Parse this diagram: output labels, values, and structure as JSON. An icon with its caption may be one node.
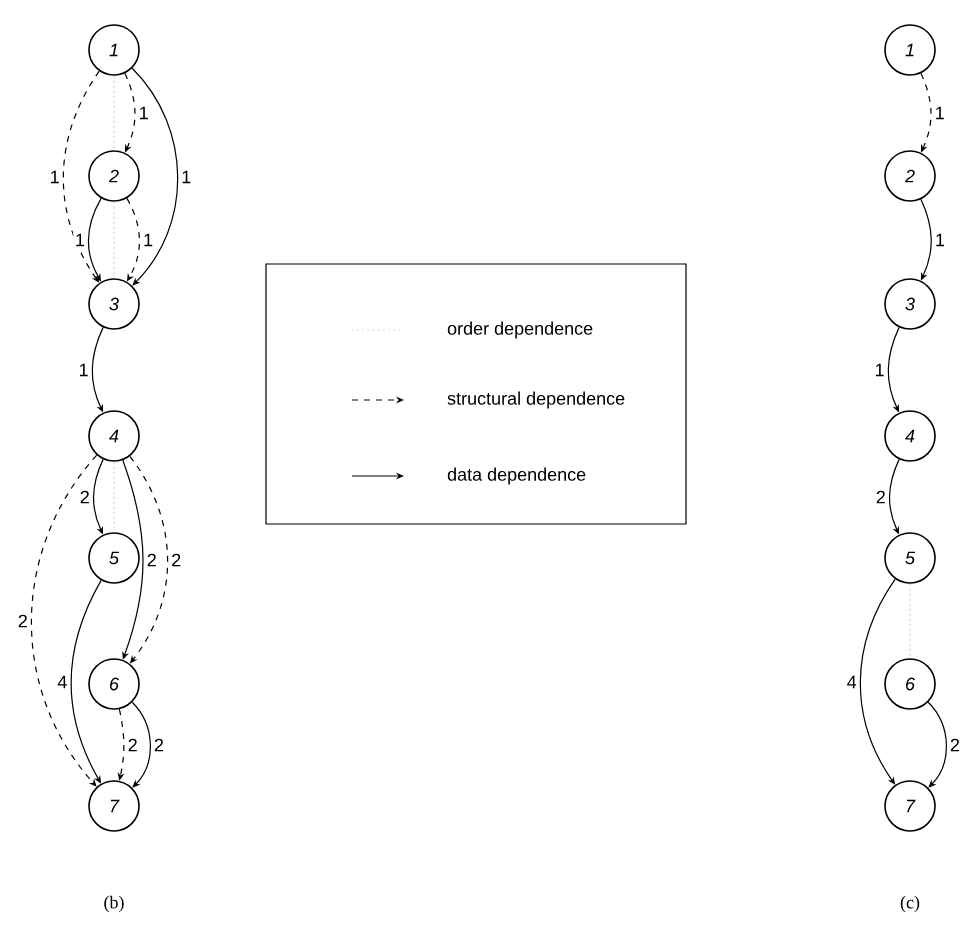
{
  "diagram": {
    "nodes": [
      {
        "text": [
          "1"
        ]
      },
      {
        "text": [
          "2"
        ]
      },
      {
        "text": [
          "3"
        ]
      },
      {
        "text": [
          "4"
        ]
      },
      {
        "text": [
          "5"
        ]
      },
      {
        "text": [
          "6"
        ]
      },
      {
        "text": [
          "7"
        ]
      },
      {
        "text": [
          "1"
        ]
      },
      {
        "text": [
          "2"
        ]
      },
      {
        "text": [
          "3"
        ]
      },
      {
        "text": [
          "4"
        ]
      },
      {
        "text": [
          "5"
        ]
      },
      {
        "text": [
          "6"
        ]
      },
      {
        "text": [
          "7"
        ]
      }
    ],
    "edges": [
      {
        "from": 0,
        "to": 1,
        "arrow": "to",
        "style": "dashed",
        "label": "1"
      },
      {
        "from": 0,
        "to": 2,
        "arrow": "to",
        "style": "dashed",
        "label": "1"
      },
      {
        "from": 0,
        "to": 2,
        "arrow": "to",
        "label": "1"
      },
      {
        "from": 1,
        "to": 2,
        "arrow": "to",
        "label": "1"
      },
      {
        "from": 1,
        "to": 2,
        "arrow": "to",
        "style": "dashed",
        "label": "1"
      },
      {
        "from": 2,
        "to": 3,
        "arrow": "to",
        "label": "1"
      },
      {
        "from": 3,
        "to": 4,
        "arrow": "to",
        "label": "2"
      },
      {
        "from": 3,
        "to": 5,
        "arrow": "to",
        "label": "2"
      },
      {
        "from": 3,
        "to": 5,
        "arrow": "to",
        "style": "dashed",
        "label": "2"
      },
      {
        "from": 3,
        "to": 6,
        "arrow": "to",
        "style": "dashed",
        "label": "2"
      },
      {
        "from": 4,
        "to": 6,
        "arrow": "to",
        "label": "4"
      },
      {
        "from": 5,
        "to": 6,
        "arrow": "to",
        "style": "dashed",
        "label": "2"
      },
      {
        "from": 5,
        "to": 6,
        "arrow": "to",
        "label": "2"
      },
      {
        "from": 0,
        "to": 1,
        "arrow": "none",
        "style": "dashed",
        "color": "#bbbbbb"
      },
      {
        "from": 1,
        "to": 2,
        "arrow": "none",
        "style": "dashed",
        "color": "#bbbbbb"
      },
      {
        "from": 3,
        "to": 4,
        "arrow": "none",
        "style": "dashed",
        "color": "#bbbbbb"
      },
      {
        "from": 7,
        "to": 8,
        "arrow": "to",
        "style": "dashed",
        "label": "1"
      },
      {
        "from": 8,
        "to": 9,
        "arrow": "to",
        "label": "1"
      },
      {
        "from": 9,
        "to": 10,
        "arrow": "to",
        "label": "1"
      },
      {
        "from": 10,
        "to": 11,
        "arrow": "to",
        "label": "2"
      },
      {
        "from": 11,
        "to": 13,
        "arrow": "to",
        "label": "4"
      },
      {
        "from": 12,
        "to": 13,
        "arrow": "to",
        "label": "2"
      },
      {
        "from": 11,
        "to": 12,
        "arrow": "none",
        "style": "dashed",
        "color": "#bbbbbb"
      }
    ],
    "labels": [
      "(b)",
      "(c)"
    ],
    "legend": [
      {
        "text": "order dependence"
      },
      {
        "text": "structural dependence"
      },
      {
        "text": "data dependence"
      }
    ]
  }
}
